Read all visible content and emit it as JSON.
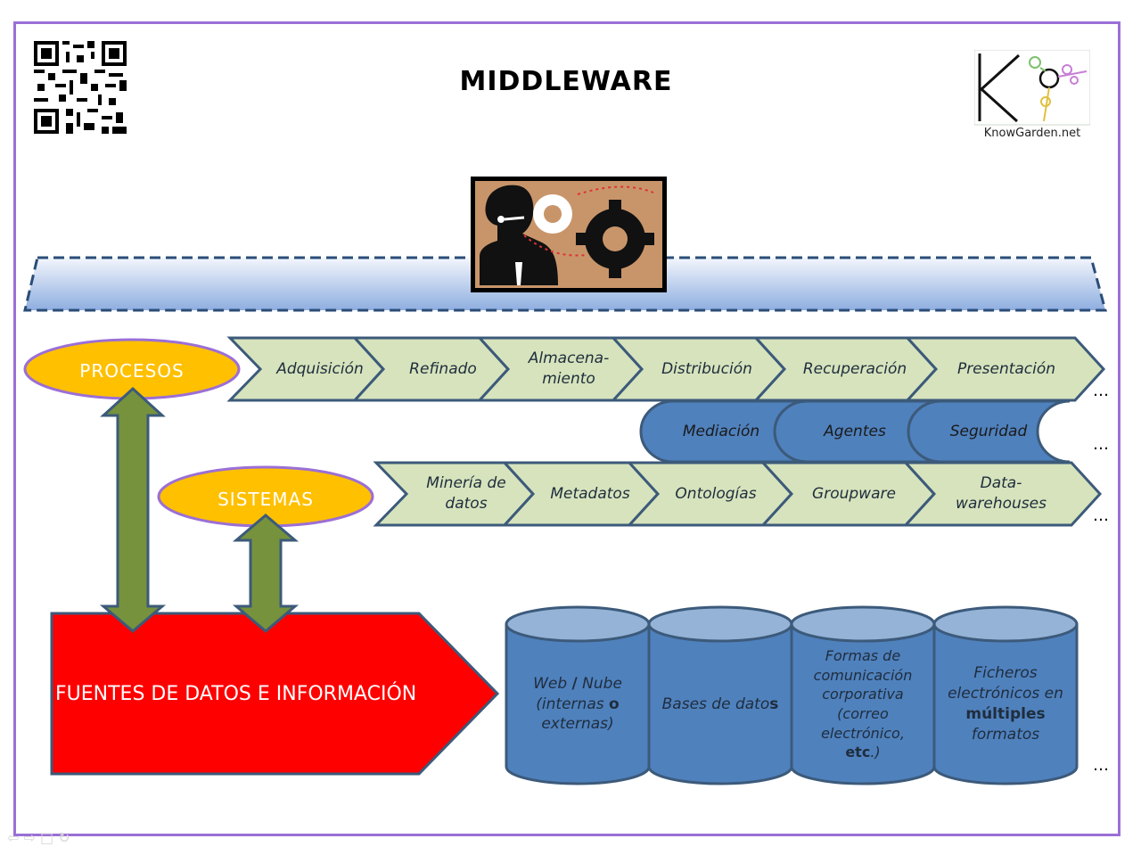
{
  "title": "MIDDLEWARE",
  "logo_text": "KnowGarden.net",
  "processes": {
    "label": "PROCESOS",
    "steps": [
      "Adquisición",
      "Refinado",
      "Almacena-\nmiento",
      "Distribución",
      "Recuperación",
      "Presentación"
    ]
  },
  "middle_services": [
    "Mediación",
    "Agentes",
    "Seguridad"
  ],
  "systems": {
    "label": "SISTEMAS",
    "steps": [
      "Minería de\ndatos",
      "Metadatos",
      "Ontologías",
      "Groupware",
      "Data-\nwarehouses"
    ]
  },
  "sources": {
    "label": "FUENTES DE DATOS E INFORMACIÓN",
    "cylinders": [
      {
        "pre": "Web ",
        "bold": "/",
        "post": " Nube\n(internas ",
        "bold2": "o",
        "post2": "\nexternas)"
      },
      {
        "pre": "Bases de dato",
        "bold": "s",
        "post": "",
        "bold2": "",
        "post2": ""
      },
      {
        "pre": "Formas de\ncomunicación\ncorporativa\n(correo\nelectrónico,\n",
        "bold": "etc",
        "post": ".)",
        "bold2": "",
        "post2": ""
      },
      {
        "pre": "Ficheros\nelectrónicos en\n",
        "bold": "múltiples",
        "post": "\nformatos",
        "bold2": "",
        "post2": ""
      }
    ]
  },
  "ellipsis": "…",
  "colors": {
    "frame": "#9b6fd6",
    "chevron_fill": "#d6e3bc",
    "chevron_stroke": "#3c5a7a",
    "service_fill": "#4f81bd",
    "oval_fill": "#ffc000",
    "oval_stroke": "#9b6fd6",
    "arrow_fill": "#76923c",
    "arrow_stroke": "#3c5a7a",
    "sources_fill": "#ff0000",
    "cylinder_fill": "#4f81bd",
    "cylinder_top": "#95b3d7"
  }
}
